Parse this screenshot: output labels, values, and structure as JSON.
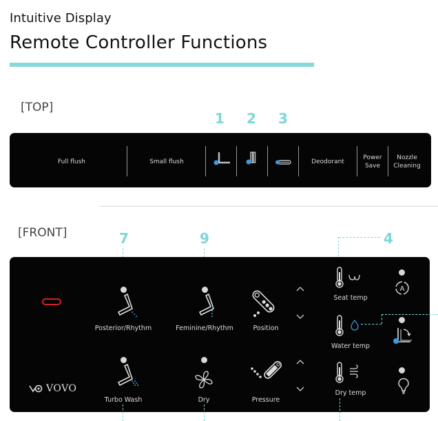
{
  "header": {
    "subtitle": "Intuitive Display",
    "title": "Remote Controller Functions"
  },
  "colors": {
    "accent": "#87d8d8",
    "panel": "#050505",
    "nozzle_blue": "#3a9be0",
    "power_red": "#d42020"
  },
  "top_section": {
    "label": "[TOP]",
    "callouts": [
      "1",
      "2",
      "3"
    ],
    "buttons": {
      "full_flush": "Full flush",
      "small_flush": "Small flush",
      "nozzle_1_icon": "nozzle-posterior-icon",
      "nozzle_2_icon": "nozzle-feminine-icon",
      "nozzle_3_icon": "nozzle-wash-icon",
      "deodorant": "Deodorant",
      "power_save_line1": "Power",
      "power_save_line2": "Save",
      "nozzle_cleaning_line1": "Nozzle",
      "nozzle_cleaning_line2": "Cleaning"
    }
  },
  "front_section": {
    "label": "[FRONT]",
    "callouts": {
      "posterior": "7",
      "feminine": "9",
      "seat_temp": "4"
    },
    "brand": "VOVO",
    "buttons": {
      "posterior": "Posterior/Rhythm",
      "feminine": "Feminine/Rhythm",
      "position": "Position",
      "seat_temp": "Seat temp",
      "water_temp": "Water temp",
      "turbo_wash": "Turbo Wash",
      "dry": "Dry",
      "pressure": "Pressure",
      "dry_temp": "Dry temp"
    },
    "auto_label": "A"
  }
}
